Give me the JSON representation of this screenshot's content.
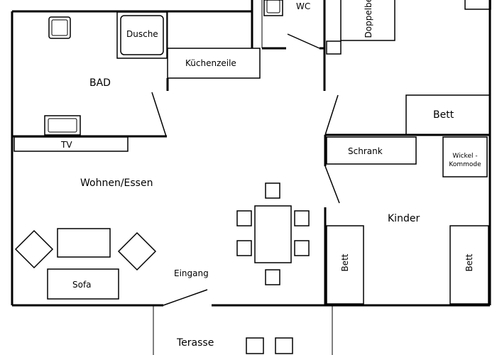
{
  "labels": {
    "bad": "BAD",
    "wc": "WC",
    "doppelbett": "Doppelbett",
    "dusche": "Dusche",
    "kuechenzeile": "Küchenzeile",
    "bett_top": "Bett",
    "tv": "TV",
    "schrank": "Schrank",
    "wickel": "Wickel -\nKommode",
    "wohnen": "Wohnen/Essen",
    "kinder": "Kinder",
    "bett_left": "Bett",
    "bett_right": "Bett",
    "sofa": "Sofa",
    "eingang": "Eingang",
    "terasse": "Terasse"
  }
}
